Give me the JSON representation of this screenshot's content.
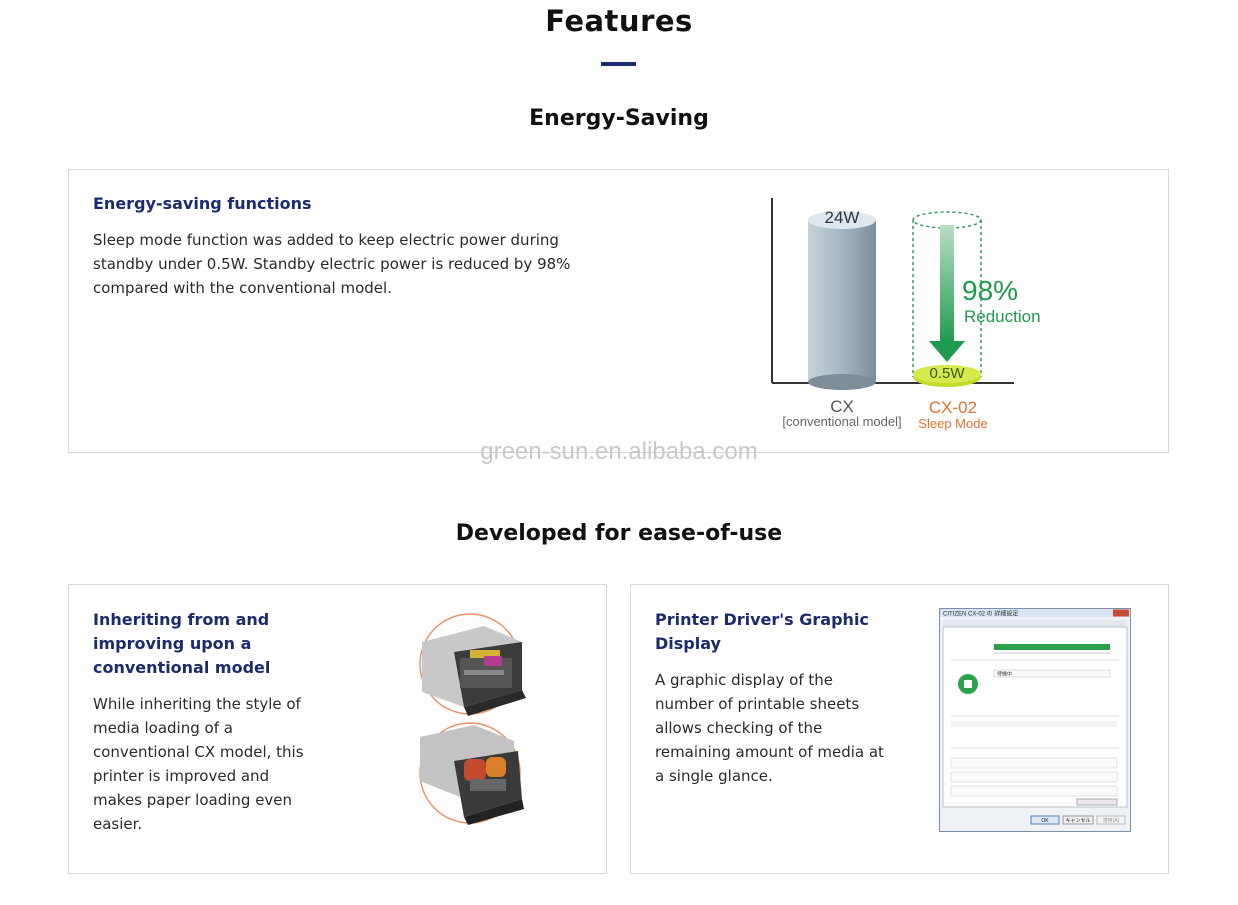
{
  "header": {
    "title": "Features"
  },
  "energy": {
    "section_title": "Energy-Saving",
    "card_title": "Energy-saving functions",
    "card_text_lines": [
      "Sleep mode function was added to keep electric power during",
      "standby under 0.5W. Standby electric power is reduced by 98%",
      "compared with the conventional model."
    ],
    "graphic": {
      "cx_value": "24W",
      "cx_label": "CX",
      "cx_sublabel": "[conventional model]",
      "cx02_value": "0.5W",
      "cx02_label": "CX-02",
      "cx02_sublabel": "Sleep Mode",
      "reduction_pct": "98%",
      "reduction_label": "Reduction",
      "colors": {
        "cx_bar": "#9fb0bb",
        "arrow": "#1f9a4f",
        "orange": "#e0732e",
        "lime": "#c3dc2a"
      }
    }
  },
  "watermark": "green-sun.en.alibaba.com",
  "ease": {
    "section_title": "Developed for ease-of-use",
    "card1": {
      "title_lines": [
        "Inheriting from and",
        "improving upon a",
        "conventional model"
      ],
      "text_lines": [
        "While inheriting the style of",
        "media loading of a",
        "conventional CX model, this",
        "printer is improved and",
        "makes paper loading even",
        "easier."
      ]
    },
    "card2": {
      "title_lines": [
        "Printer Driver's Graphic",
        "Display"
      ],
      "text_lines": [
        "A graphic display of the",
        "number of printable sheets",
        "allows checking of the",
        "remaining amount of media at",
        "a single glance."
      ],
      "screenshot": {
        "window_title": "CITIZEN CX-02 の 詳細設定",
        "status_text": "待機中",
        "ok_label": "OK",
        "cancel_label": "キャンセル",
        "apply_label": "適用(A)"
      }
    }
  },
  "accent": "#1c2a6e"
}
